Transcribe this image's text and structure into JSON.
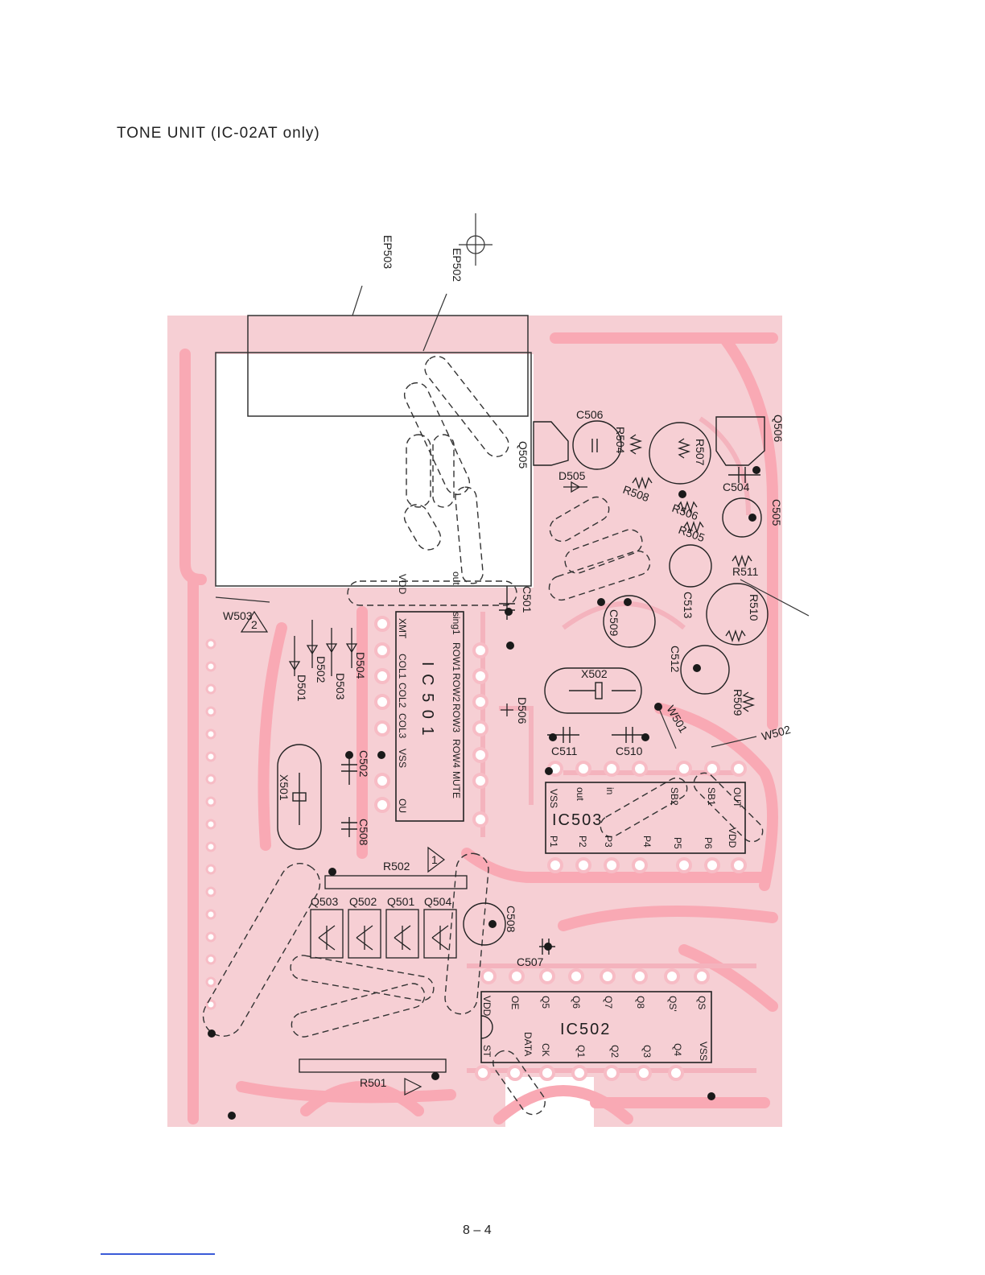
{
  "page": {
    "title": "TONE UNIT (IC-02AT only)",
    "page_number": "8 – 4"
  },
  "colors": {
    "board": "#f6cfd4",
    "trace": "#f9a9b4",
    "pad": "#f7bcc5",
    "ink": "#1e1e1e",
    "rule": "#3a5bd8"
  },
  "labels": {
    "ep503": "EP503",
    "ep502": "EP502",
    "w503": "W503",
    "w501": "W501",
    "w502": "W502",
    "c506": "C506",
    "r504": "R504",
    "q505": "Q505",
    "d505": "D505",
    "r507": "R507",
    "q506": "Q506",
    "c504": "C504",
    "c505": "C505",
    "r508": "R508",
    "r506": "R506",
    "r505": "R505",
    "r511": "R511",
    "c513": "C513",
    "r510": "R510",
    "c509": "C509",
    "c501": "C501",
    "c512": "C512",
    "x502": "X502",
    "r509": "R509",
    "d506": "D506",
    "c511": "C511",
    "c510": "C510",
    "d501": "D501",
    "d502": "D502",
    "d503": "D503",
    "d504": "D504",
    "c502": "C502",
    "x501": "X501",
    "c503": "C508",
    "r502": "R502",
    "q503": "Q503",
    "q502": "Q502",
    "q501": "Q501",
    "q504": "Q504",
    "c508": "C508",
    "c507": "C507",
    "r501": "R501"
  },
  "ic501": {
    "name": "I C 5 0 1",
    "pins_top": [
      "VDD",
      "XMT",
      "COL1",
      "COL2",
      "COL3",
      "VSS",
      "OU"
    ],
    "pins_bottom": [
      "out",
      "sing1",
      "ROW1",
      "ROW2",
      "ROW3",
      "ROW4",
      "MUTE"
    ]
  },
  "ic502": {
    "name": "IC502",
    "pins_top": [
      "VDD",
      "OE",
      "Q5",
      "Q6",
      "Q7",
      "Q8",
      "QS'",
      "QS"
    ],
    "pins_bottom": [
      "ST",
      "DATA",
      "CK",
      "Q1",
      "Q2",
      "Q3",
      "Q4",
      "VSS"
    ]
  },
  "ic503": {
    "name": "IC503",
    "pins_top": [
      "VSS",
      "out",
      "in",
      "SB2",
      "SB1",
      "OUT"
    ],
    "pins_bottom": [
      "P1",
      "P2",
      "P3",
      "P4",
      "P5",
      "P6",
      "VDD"
    ]
  },
  "warnings": {
    "triangle_1": "1",
    "triangle_2": "2"
  }
}
